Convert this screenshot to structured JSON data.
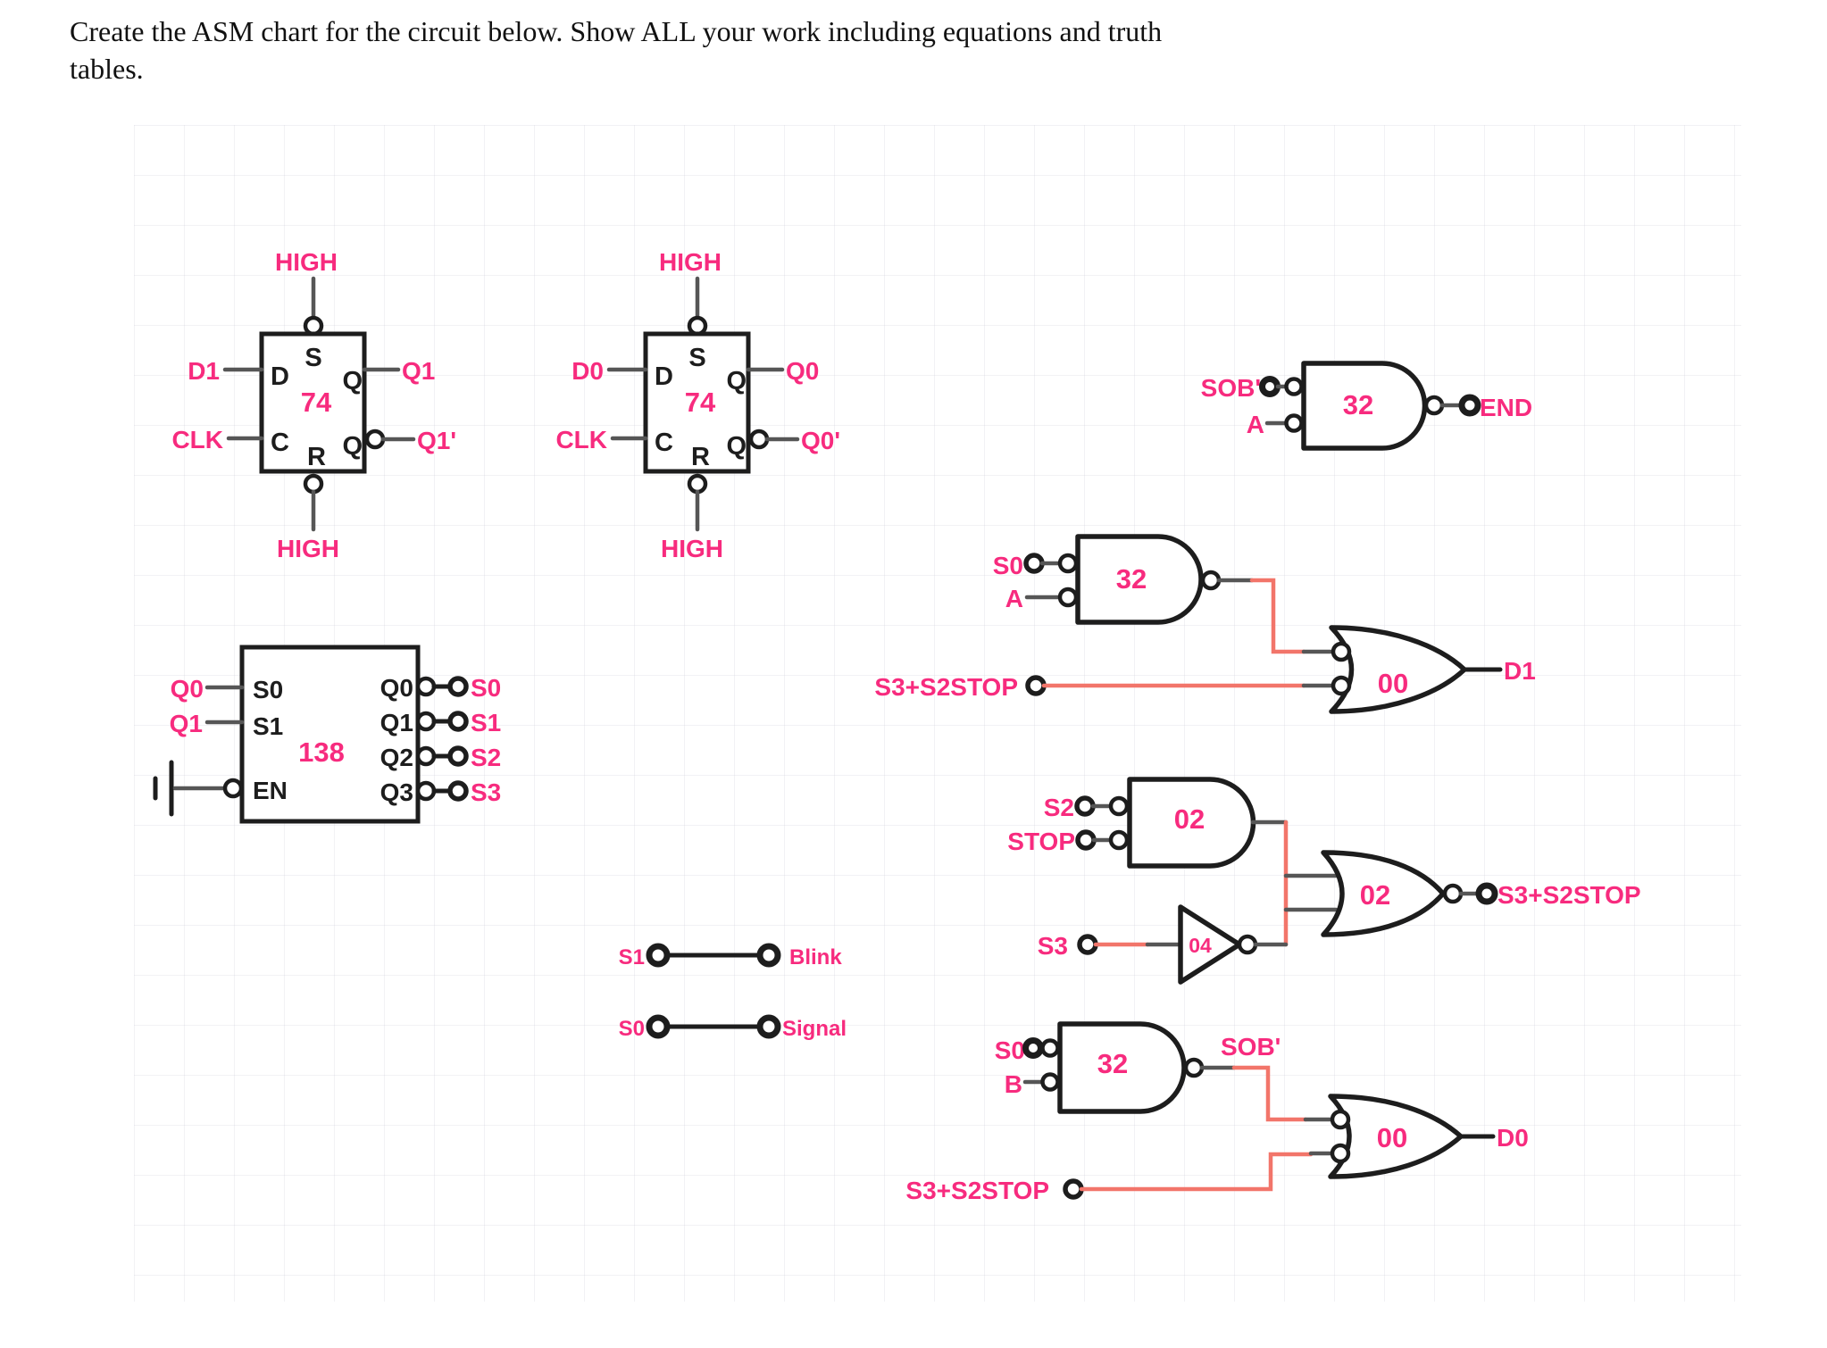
{
  "title": {
    "line1": "Create the ASM chart for the circuit below. Show ALL your work including equations and truth",
    "line2": "tables."
  },
  "colors": {
    "label_pink": "#f72b7e",
    "wire_red": "#f2756a",
    "wire_gray": "#565656",
    "ink_black": "#1d1d1d"
  },
  "flip_flops": [
    {
      "chip": "74",
      "top_rail": "HIGH",
      "bottom_rail": "HIGH",
      "pin_s": "S",
      "pin_d": "D",
      "pin_q": "Q",
      "pin_c": "C",
      "pin_r": "R",
      "pin_qb": "Q",
      "in_d": "D1",
      "in_clk": "CLK",
      "out_q": "Q1",
      "out_qb": "Q1'"
    },
    {
      "chip": "74",
      "top_rail": "HIGH",
      "bottom_rail": "HIGH",
      "pin_s": "S",
      "pin_d": "D",
      "pin_q": "Q",
      "pin_c": "C",
      "pin_r": "R",
      "pin_qb": "Q",
      "in_d": "D0",
      "in_clk": "CLK",
      "out_q": "Q0",
      "out_qb": "Q0'"
    }
  ],
  "decoder": {
    "chip": "138",
    "in1_ext": "Q0",
    "in1_pin": "S0",
    "in2_ext": "Q1",
    "in2_pin": "S1",
    "en_pin": "EN",
    "outputs": [
      {
        "pin": "Q0",
        "ext": "S0"
      },
      {
        "pin": "Q1",
        "ext": "S1"
      },
      {
        "pin": "Q2",
        "ext": "S2"
      },
      {
        "pin": "Q3",
        "ext": "S3"
      }
    ]
  },
  "end_gate": {
    "in1": "SOB'",
    "in2": "A",
    "chip": "32",
    "out": "END"
  },
  "d1_nand": {
    "in1": "S0",
    "in2": "A",
    "chip": "32"
  },
  "d1_or": {
    "chip": "00",
    "in2": "S3+S2STOP",
    "out": "D1"
  },
  "s2stop_and": {
    "in1": "S2",
    "in2": "STOP",
    "chip": "02"
  },
  "s2stop_or": {
    "chip": "02",
    "out": "S3+S2STOP"
  },
  "s3_inv": {
    "in": "S3",
    "chip": "04"
  },
  "links": [
    {
      "from": "S1",
      "to": "Blink"
    },
    {
      "from": "S0",
      "to": "Signal"
    }
  ],
  "sob_nand": {
    "in1": "S0",
    "in2": "B",
    "chip": "32",
    "out": "SOB'"
  },
  "d0_or": {
    "chip": "00",
    "in2": "S3+S2STOP",
    "out": "D0"
  }
}
